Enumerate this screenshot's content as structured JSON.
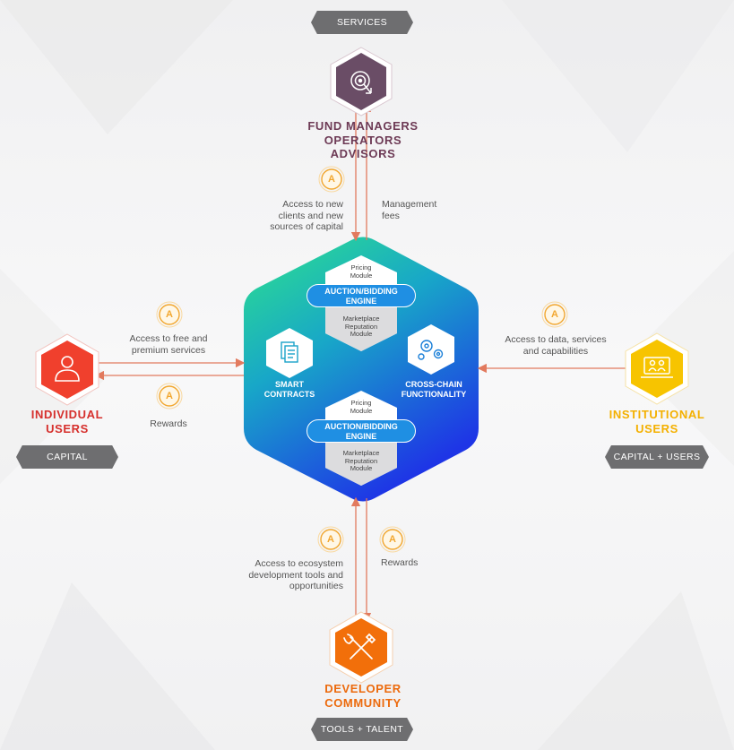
{
  "tags": {
    "services": "SERVICES",
    "capital": "CAPITAL",
    "capital_users": "CAPITAL + USERS",
    "tools_talent": "TOOLS + TALENT"
  },
  "actors": {
    "fund": [
      "FUND MANAGERS",
      "OPERATORS",
      "ADVISORS"
    ],
    "individual": [
      "INDIVIDUAL",
      "USERS"
    ],
    "institutional": [
      "INSTITUTIONAL",
      "USERS"
    ],
    "developer": [
      "DEVELOPER",
      "COMMUNITY"
    ]
  },
  "flows": {
    "top_left": [
      "Access to new",
      "clients and new",
      "sources of capital"
    ],
    "top_right": [
      "Management",
      "fees"
    ],
    "left_top": [
      "Access to free and",
      "premium services"
    ],
    "left_bottom": "Rewards",
    "right": [
      "Access to data, services",
      "and capabilities"
    ],
    "bottom_left": [
      "Access to ecosystem",
      "development tools and",
      "opportunities"
    ],
    "bottom_right": "Rewards"
  },
  "token_symbol": "A",
  "core": {
    "pricing": [
      "Pricing",
      "Module"
    ],
    "engine": [
      "AUCTION/BIDDING",
      "ENGINE"
    ],
    "marketplace": [
      "Marketplace",
      "Reputation",
      "Module"
    ],
    "smart": [
      "SMART",
      "CONTRACTS"
    ],
    "cross": [
      "CROSS-CHAIN",
      "FUNCTIONALITY"
    ]
  },
  "colors": {
    "fund_text": "#6d3a55",
    "individual_text": "#d62f2c",
    "institutional_text": "#f4b000",
    "developer_text": "#ec6a0c",
    "arrow": "#e27a5e",
    "token": "#f2a72f",
    "hub_top": "#2ee38b",
    "hub_bottom": "#1e35e6"
  },
  "icons": {
    "fund": "target-cursor-icon",
    "individual": "user-icon",
    "institutional": "laptop-users-icon",
    "developer": "tools-icon",
    "smart": "document-icon",
    "cross": "gears-icon",
    "token": "token-icon"
  }
}
